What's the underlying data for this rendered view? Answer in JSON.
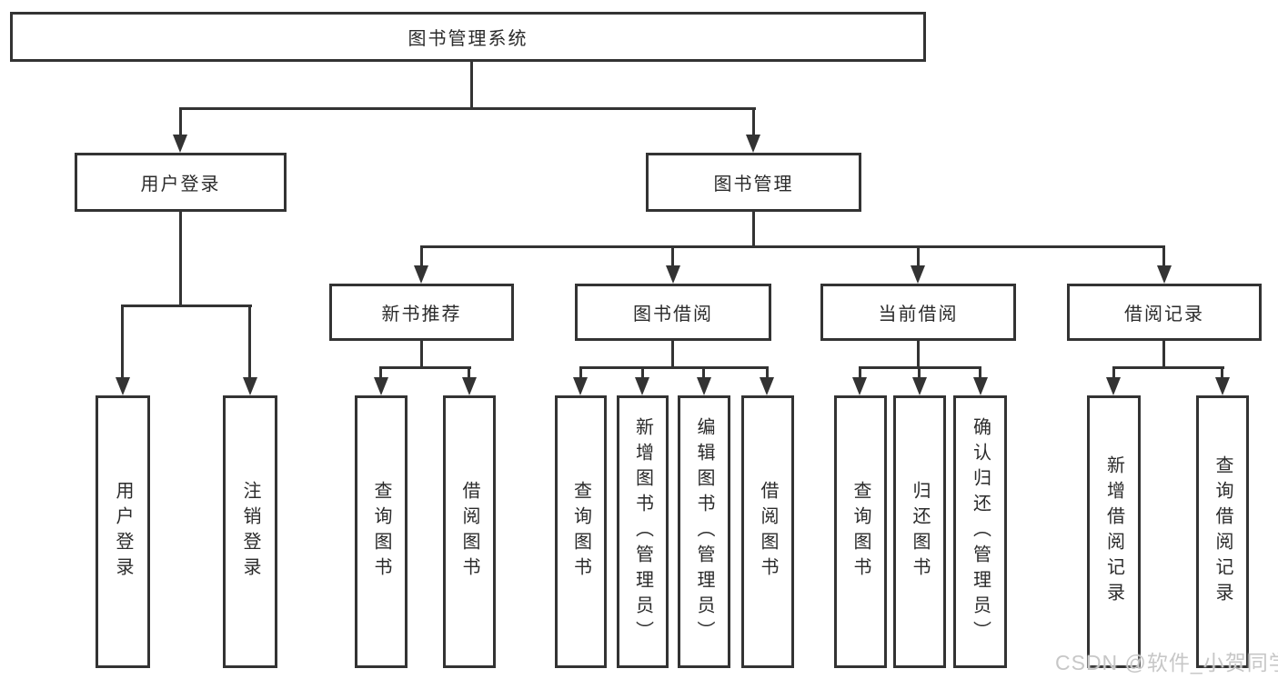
{
  "nodes": {
    "root": "图书管理系统",
    "user_login": "用户登录",
    "book_mgmt": "图书管理",
    "new_books": "新书推荐",
    "book_borrow": "图书借阅",
    "current_borrow": "当前借阅",
    "borrow_records": "借阅记录"
  },
  "leaves": {
    "login": [
      "用户登录",
      "注销登录"
    ],
    "new_books": [
      "查询图书",
      "借阅图书"
    ],
    "borrow": [
      "查询图书",
      "新增图书（管理员）",
      "编辑图书（管理员）",
      "借阅图书"
    ],
    "current": [
      "查询图书",
      "归还图书",
      "确认归还（管理员）"
    ],
    "records": [
      "新增借阅记录",
      "查询借阅记录"
    ]
  },
  "watermark": "CSDN @软件_小贺同学",
  "colors": {
    "line": "#333333",
    "text": "#2b2b2b",
    "watermark": "#c7c7c7",
    "background": "#ffffff"
  }
}
